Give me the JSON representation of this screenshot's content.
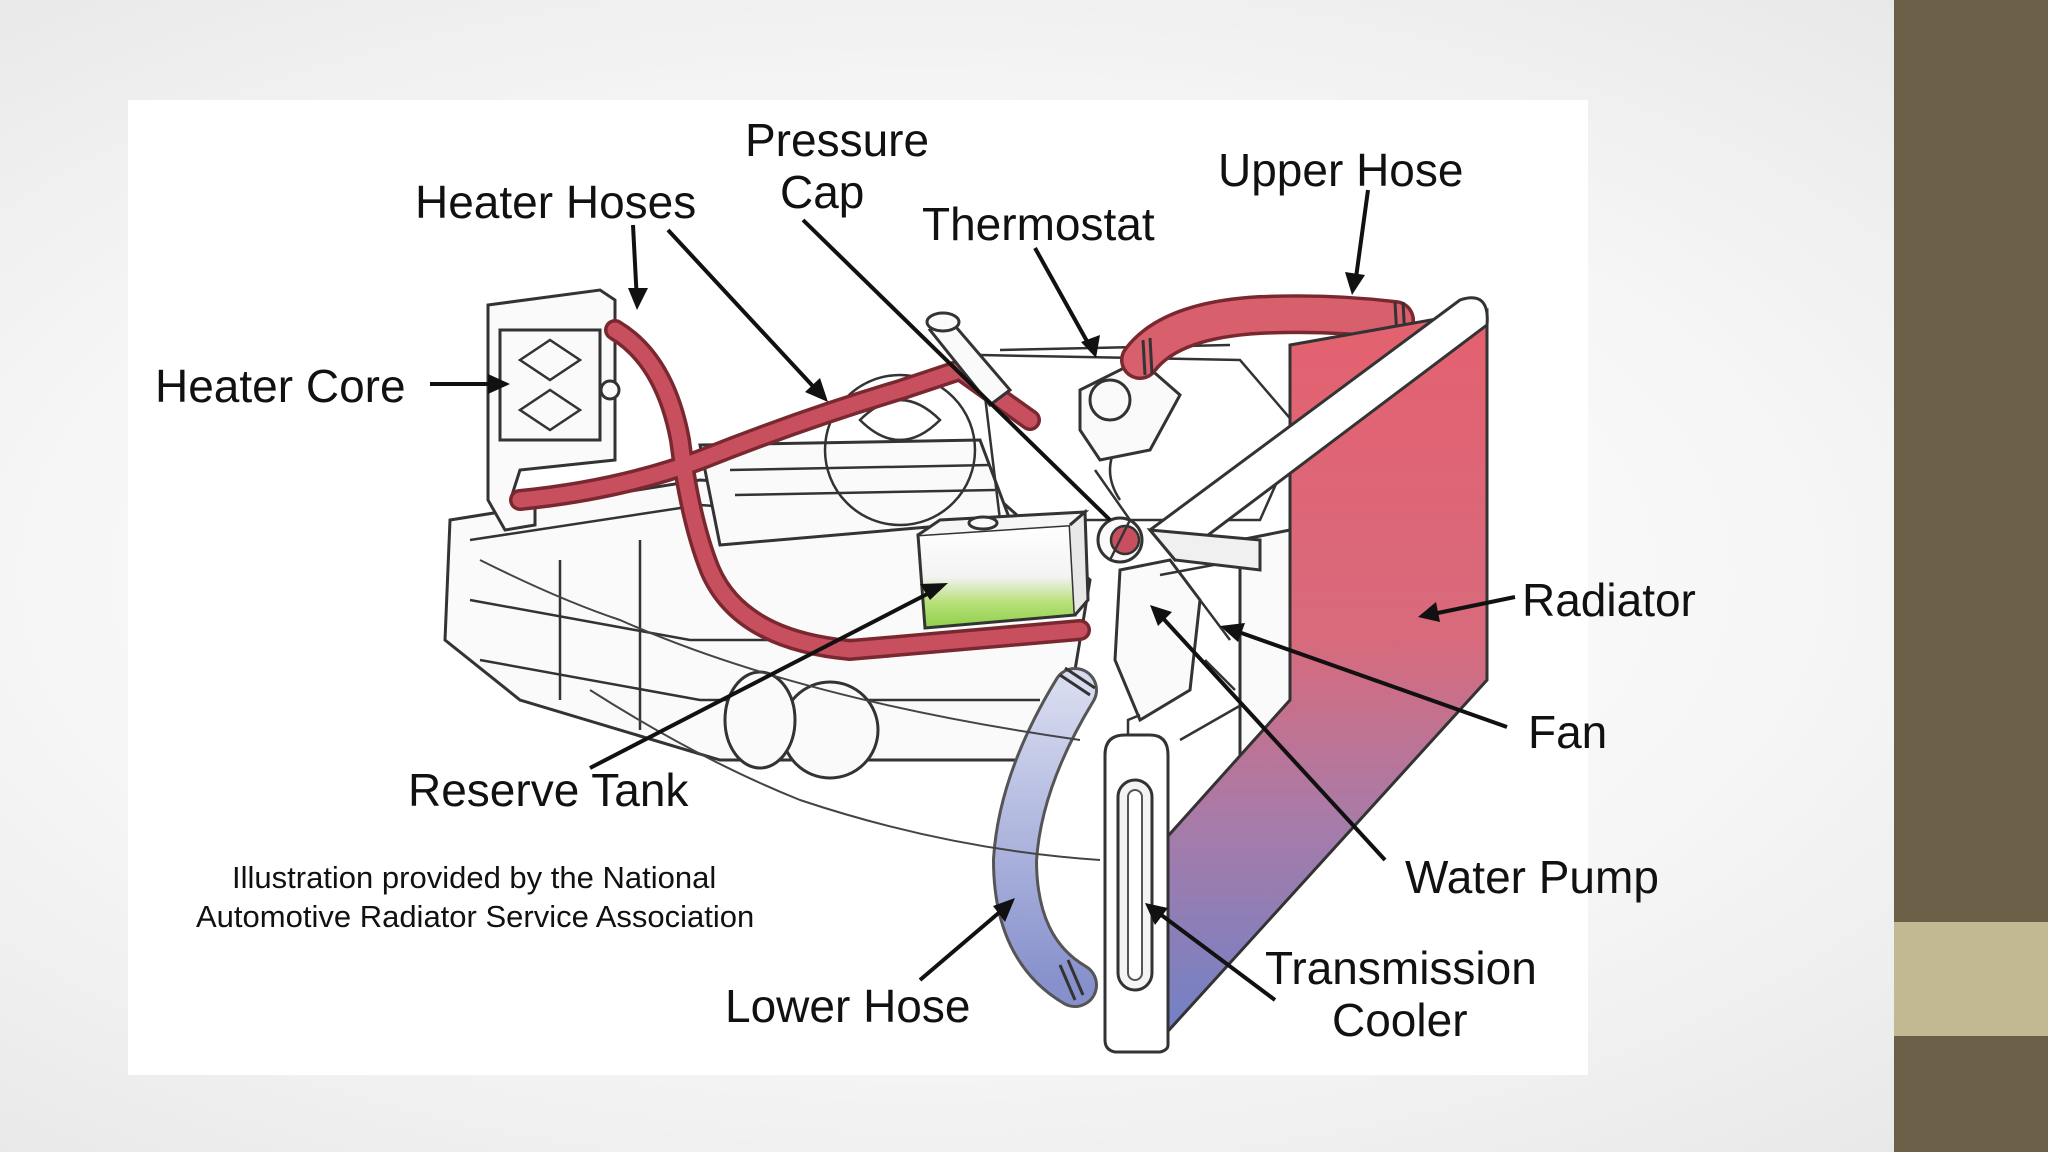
{
  "labels": {
    "pressure_cap_1": "Pressure",
    "pressure_cap_2": "Cap",
    "heater_hoses": "Heater Hoses",
    "thermostat": "Thermostat",
    "upper_hose": "Upper Hose",
    "heater_core": "Heater Core",
    "radiator": "Radiator",
    "fan": "Fan",
    "reserve_tank": "Reserve Tank",
    "water_pump": "Water Pump",
    "transmission_cooler_1": "Transmission",
    "transmission_cooler_2": "Cooler",
    "lower_hose": "Lower Hose"
  },
  "credit": {
    "line1": "Illustration provided by the National",
    "line2": "Automotive Radiator Service Association"
  },
  "colors": {
    "hose_red": "#c8505e",
    "radiator_top": "#e06070",
    "radiator_bottom": "#7a86c8",
    "coolant_green": "#8fd04a",
    "sidebar": "#6b5f48",
    "sidebar_accent": "#c2b992"
  }
}
